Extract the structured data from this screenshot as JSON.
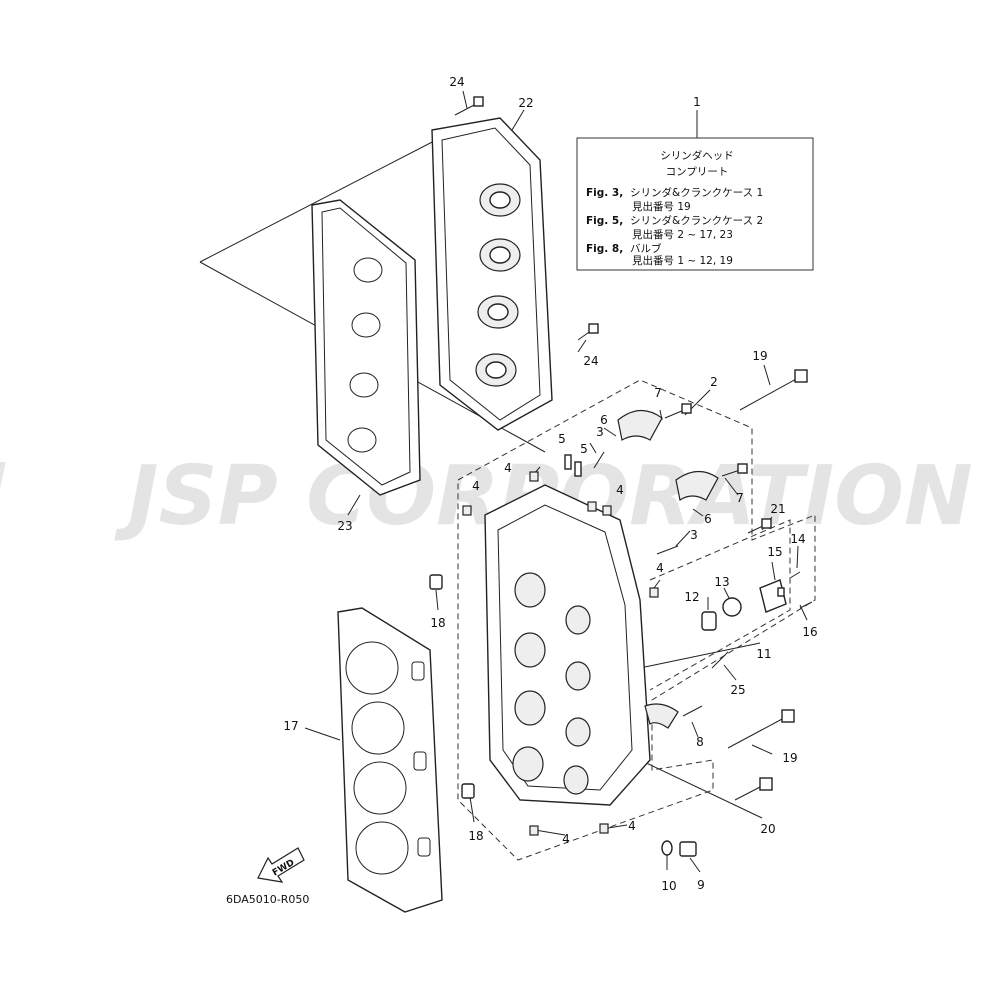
{
  "callouts": {
    "c1": "1",
    "c2": "2",
    "c3a": "3",
    "c3b": "3",
    "c4a": "4",
    "c4b": "4",
    "c4c": "4",
    "c4d": "4",
    "c4e": "4",
    "c4f": "4",
    "c5a": "5",
    "c5b": "5",
    "c6a": "6",
    "c6b": "6",
    "c7a": "7",
    "c7b": "7",
    "c8": "8",
    "c9": "9",
    "c10": "10",
    "c11": "11",
    "c12": "12",
    "c13": "13",
    "c14": "14",
    "c15": "15",
    "c16": "16",
    "c17": "17",
    "c18a": "18",
    "c18b": "18",
    "c19a": "19",
    "c19b": "19",
    "c20": "20",
    "c21": "21",
    "c22": "22",
    "c23": "23",
    "c24a": "24",
    "c24b": "24",
    "c25": "25"
  },
  "info_box": {
    "title_line1": "シリンダヘッド",
    "title_line2": "コンプリート",
    "ref1_fig": "Fig. 3,",
    "ref1_text": "シリンダ&クランクケース 1",
    "ref1_sub": "見出番号 19",
    "ref2_fig": "Fig. 5,",
    "ref2_text": "シリンダ&クランクケース 2",
    "ref2_sub": "見出番号 2 ~ 17, 23",
    "ref3_fig": "Fig. 8,",
    "ref3_text": "バルブ",
    "ref3_sub": "見出番号 1 ~ 12, 19"
  },
  "watermark": "JSP CORPORATION",
  "fwd_label": "FWD",
  "drawing_code": "6DA5010-R050"
}
